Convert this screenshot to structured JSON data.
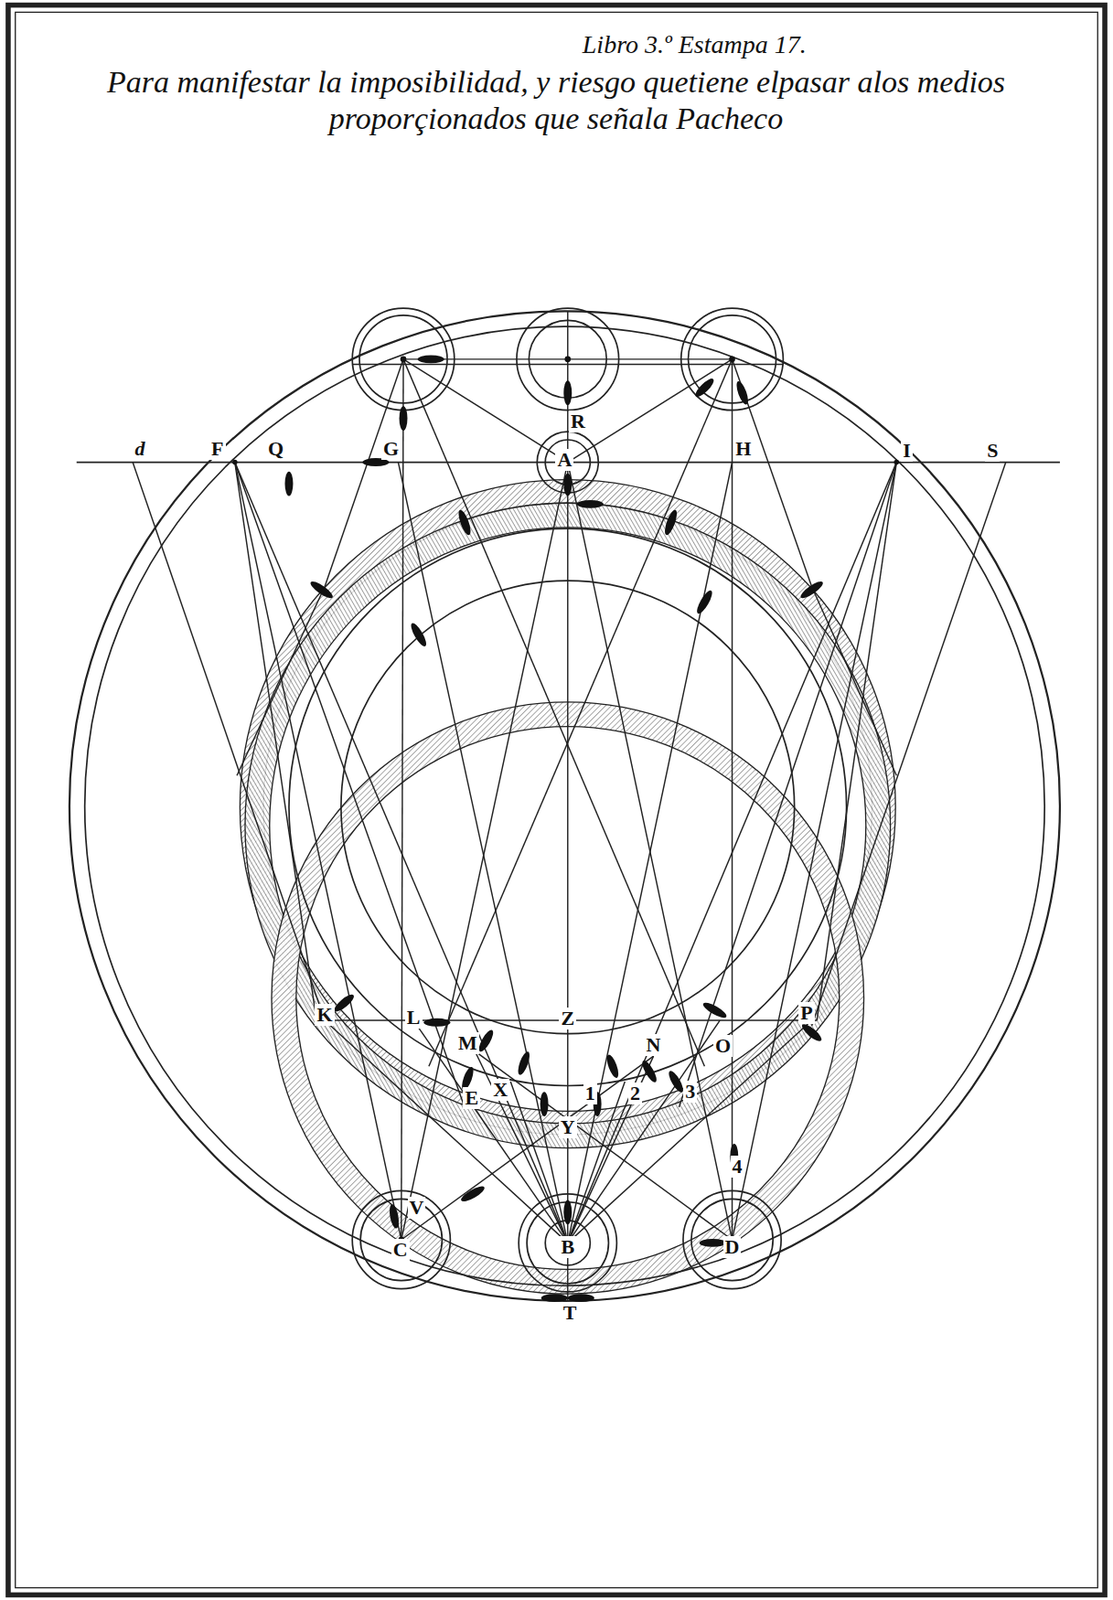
{
  "diagram": {
    "title": "Para manifestar la imposibilidad, y riesgo quetiene elpasar alos medios proporçionados que señala Pacheco",
    "labels": [
      "Libro 3.º Estampa 17.",
      "d",
      "F",
      "Q",
      "G",
      "R",
      "A",
      "H",
      "I",
      "S",
      "K",
      "L",
      "M",
      "Z",
      "N",
      "O",
      "P",
      "E",
      "X",
      "1",
      "2",
      "3",
      "Y",
      "4",
      "V",
      "C",
      "B",
      "D",
      "T"
    ]
  }
}
